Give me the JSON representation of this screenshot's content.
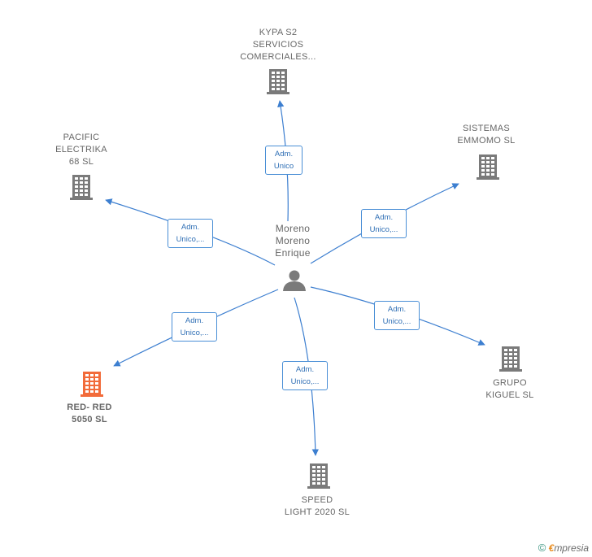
{
  "center": {
    "label_lines": [
      "Moreno",
      "Moreno",
      "Enrique"
    ],
    "icon": "person-icon"
  },
  "nodes": [
    {
      "id": "kypa",
      "label_lines": [
        "KYPA S2",
        "SERVICIOS",
        "COMERCIALES..."
      ],
      "icon": "building-icon",
      "color": "#7a7a7a"
    },
    {
      "id": "sistemas",
      "label_lines": [
        "SISTEMAS",
        "EMMOMO SL"
      ],
      "icon": "building-icon",
      "color": "#7a7a7a"
    },
    {
      "id": "pacific",
      "label_lines": [
        "PACIFIC",
        "ELECTRIKA",
        "68 SL"
      ],
      "icon": "building-icon",
      "color": "#7a7a7a"
    },
    {
      "id": "grupo",
      "label_lines": [
        "GRUPO",
        "KIGUEL SL"
      ],
      "icon": "building-icon",
      "color": "#7a7a7a"
    },
    {
      "id": "red",
      "label_lines": [
        "RED- RED",
        "5050 SL"
      ],
      "icon": "building-icon",
      "color": "#f26b3a"
    },
    {
      "id": "speed",
      "label_lines": [
        "SPEED",
        "LIGHT 2020 SL"
      ],
      "icon": "building-icon",
      "color": "#7a7a7a"
    }
  ],
  "edges": [
    {
      "to": "kypa",
      "label_lines": [
        "Adm.",
        "Unico"
      ]
    },
    {
      "to": "sistemas",
      "label_lines": [
        "Adm.",
        "Unico,..."
      ]
    },
    {
      "to": "pacific",
      "label_lines": [
        "Adm.",
        "Unico,..."
      ]
    },
    {
      "to": "grupo",
      "label_lines": [
        "Adm.",
        "Unico,..."
      ]
    },
    {
      "to": "red",
      "label_lines": [
        "Adm.",
        "Unico,..."
      ]
    },
    {
      "to": "speed",
      "label_lines": [
        "Adm.",
        "Unico,..."
      ]
    }
  ],
  "colors": {
    "edge": "#3d7fd0",
    "building": "#7a7a7a",
    "highlight": "#f26b3a",
    "person": "#7a7a7a"
  },
  "footer": {
    "copyright": "©",
    "brand_first": "€",
    "brand_rest": "mpresia"
  }
}
